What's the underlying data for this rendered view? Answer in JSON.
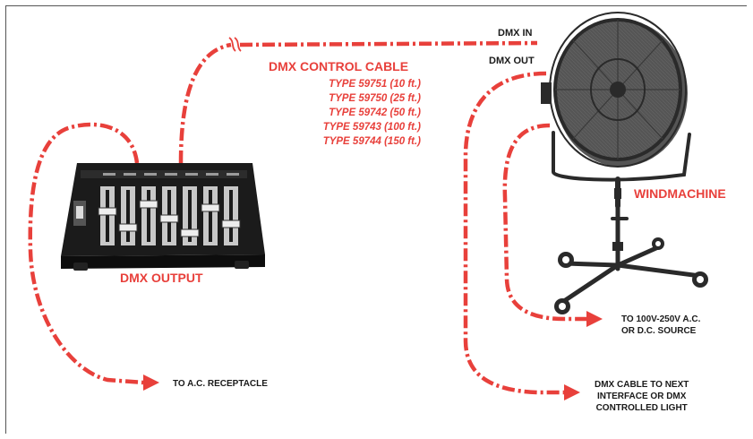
{
  "cable_title": "DMX CONTROL CABLE",
  "cable_types": [
    "TYPE 59751 (10 ft.)",
    "TYPE 59750 (25 ft.)",
    "TYPE 59742 (50 ft.)",
    "TYPE 59743 (100 ft.)",
    "TYPE 59744 (150 ft.)"
  ],
  "dmx_in": "DMX IN",
  "dmx_out": "DMX OUT",
  "console_label": "DMX OUTPUT",
  "machine_label": "WINDMACHINE",
  "ac_receptacle": "TO A.C. RECEPTACLE",
  "power_source": [
    "TO 100V-250V A.C.",
    "OR D.C. SOURCE"
  ],
  "next_interface": [
    "DMX CABLE TO NEXT",
    "INTERFACE OR DMX",
    "CONTROLLED LIGHT"
  ],
  "colors": {
    "cable": "#e8403b",
    "device": "#1b1b1b",
    "frame": "#555555"
  },
  "icons": [
    "dmx-console-icon",
    "windmachine-icon",
    "arrow-icon",
    "cable-break-icon"
  ]
}
